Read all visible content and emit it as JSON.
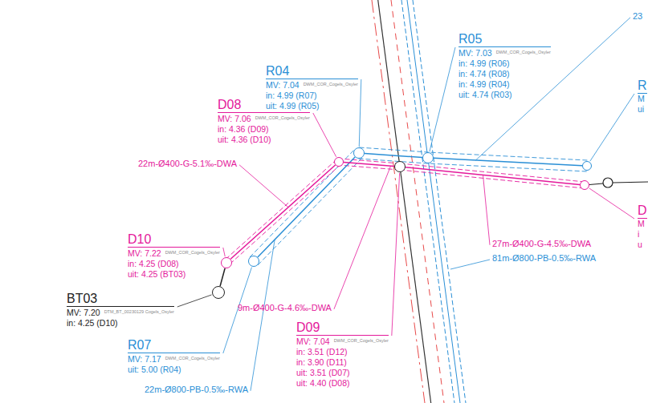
{
  "diagram": {
    "nodes": [
      {
        "text": [
          "R04",
          "MV: 7.04",
          "DWM_COR_Cogels_Osyler",
          "in: 4.99 (R07)",
          "uit: 4.99 (R05)"
        ]
      },
      {
        "text": [
          "R05",
          "MV: 7.03",
          "DWM_COR_Cogels_Osyler",
          "in: 4.99 (R06)",
          "in: 4.74 (R08)",
          "in: 4.99 (R04)",
          "uit: 4.74 (R03)"
        ]
      },
      {
        "text": [
          "R",
          "M",
          "ui"
        ]
      },
      {
        "text": [
          "D08",
          "MV: 7.06",
          "DWM_COR_Cogels_Osyler",
          "in: 4.36 (D09)",
          "uit: 4.36 (D10)"
        ]
      },
      {
        "text": [
          "D10",
          "MV: 7.22",
          "DWM_COR_Cogels_Osyler",
          "in: 4.25 (D08)",
          "uit: 4.25 (BT03)"
        ]
      },
      {
        "text": [
          "BT03",
          "MV: 7.20",
          "DTM_BT_00230129 Cogels_Osyler",
          "in: 4.25 (D10)"
        ]
      },
      {
        "text": [
          "R07",
          "MV: 7.17",
          "DWM_COR_Cogels_Osyler",
          "uit: 5.00 (R04)"
        ]
      },
      {
        "text": [
          "D09",
          "MV: 7.04",
          "DWM_COR_Cogels_Osyler",
          "in: 3.51 (D12)",
          "in: 3.90 (D11)",
          "uit: 3.51 (D07)",
          "uit: 4.40 (D08)"
        ]
      },
      {
        "text": [
          "D",
          "M",
          "i",
          "u"
        ]
      }
    ],
    "edges": [
      {
        "from": 6,
        "to": 0,
        "arrow": "none",
        "label": "22m-Ø800-PB-0.5‰-RWA"
      },
      {
        "from": 0,
        "to": 1,
        "arrow": "none"
      },
      {
        "from": 2,
        "to": 1,
        "arrow": "none",
        "label": "23"
      },
      {
        "from": 7,
        "to": 3,
        "arrow": "none",
        "label": "9m-Ø400-G-4.6‰-DWA"
      },
      {
        "from": 3,
        "to": 4,
        "arrow": "none",
        "label": "22m-Ø400-G-5.1‰-DWA"
      },
      {
        "from": 4,
        "to": 5,
        "arrow": "none"
      },
      {
        "from": 8,
        "to": 7,
        "arrow": "none",
        "label": "27m-Ø400-G-4.5‰-DWA"
      }
    ],
    "labels": [
      "81m-Ø800-PB-0.5‰-RWA"
    ]
  }
}
